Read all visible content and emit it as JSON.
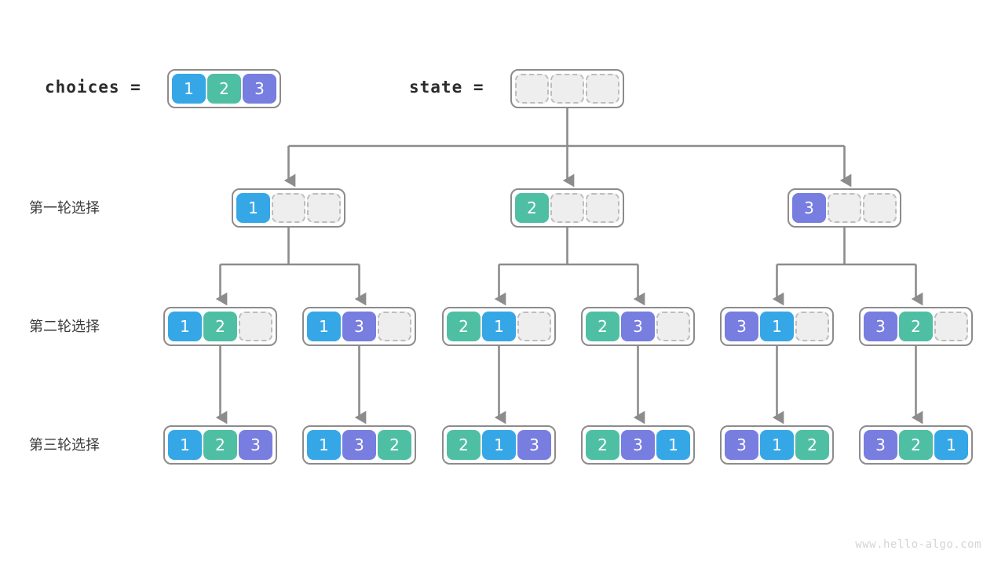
{
  "variables": {
    "choices_label": "choices =",
    "choices_values": [
      "1",
      "2",
      "3"
    ],
    "state_label": "state =",
    "state_values": [
      null,
      null,
      null
    ]
  },
  "row_labels": [
    "第一轮选择",
    "第二轮选择",
    "第三轮选择"
  ],
  "colors": {
    "value_1": "#36a7e6",
    "value_2": "#4fbfa4",
    "value_3": "#787de0",
    "empty_cell_fill": "#eeeeee",
    "empty_cell_border": "#bdbdbd",
    "node_border": "#8c8c8c",
    "edge": "#8c8c8c",
    "label_text": "#3a3a3a",
    "watermark": "#d4d4d4",
    "background": "#ffffff"
  },
  "tree": {
    "root": {
      "values": [
        null,
        null,
        null
      ]
    },
    "level_1": [
      {
        "values": [
          "1",
          null,
          null
        ]
      },
      {
        "values": [
          "2",
          null,
          null
        ]
      },
      {
        "values": [
          "3",
          null,
          null
        ]
      }
    ],
    "level_2": [
      {
        "values": [
          "1",
          "2",
          null
        ]
      },
      {
        "values": [
          "1",
          "3",
          null
        ]
      },
      {
        "values": [
          "2",
          "1",
          null
        ]
      },
      {
        "values": [
          "2",
          "3",
          null
        ]
      },
      {
        "values": [
          "3",
          "1",
          null
        ]
      },
      {
        "values": [
          "3",
          "2",
          null
        ]
      }
    ],
    "level_3": [
      {
        "values": [
          "1",
          "2",
          "3"
        ]
      },
      {
        "values": [
          "1",
          "3",
          "2"
        ]
      },
      {
        "values": [
          "2",
          "1",
          "3"
        ]
      },
      {
        "values": [
          "2",
          "3",
          "1"
        ]
      },
      {
        "values": [
          "3",
          "1",
          "2"
        ]
      },
      {
        "values": [
          "3",
          "2",
          "1"
        ]
      }
    ]
  },
  "watermark": "www.hello-algo.com"
}
